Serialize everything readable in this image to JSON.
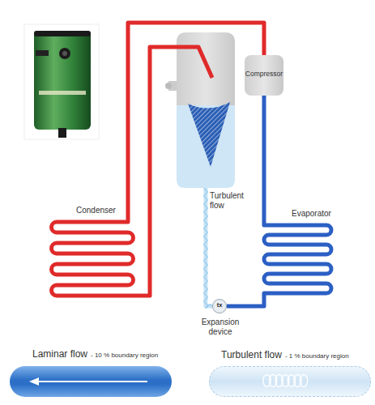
{
  "diagram": {
    "nodes": [
      {
        "text": [
          "Compressor"
        ]
      },
      {
        "text": [
          "Condenser"
        ]
      },
      {
        "text": [
          "Evaporator"
        ]
      },
      {
        "text": [
          "tx",
          "Expansion device"
        ]
      },
      {
        "text": [
          "Laminar flow",
          "- 10 % boundary region"
        ]
      },
      {
        "text": [
          "Turbulent flow",
          "- 1 % boundary region"
        ]
      }
    ],
    "edges": [
      {
        "from": 0,
        "to": 1,
        "arrow": "none"
      },
      {
        "from": 1,
        "to": 3,
        "arrow": "none",
        "label": "Turbulent flow"
      },
      {
        "from": 3,
        "to": 2,
        "arrow": "none"
      },
      {
        "from": 2,
        "to": 0,
        "arrow": "none"
      }
    ]
  }
}
